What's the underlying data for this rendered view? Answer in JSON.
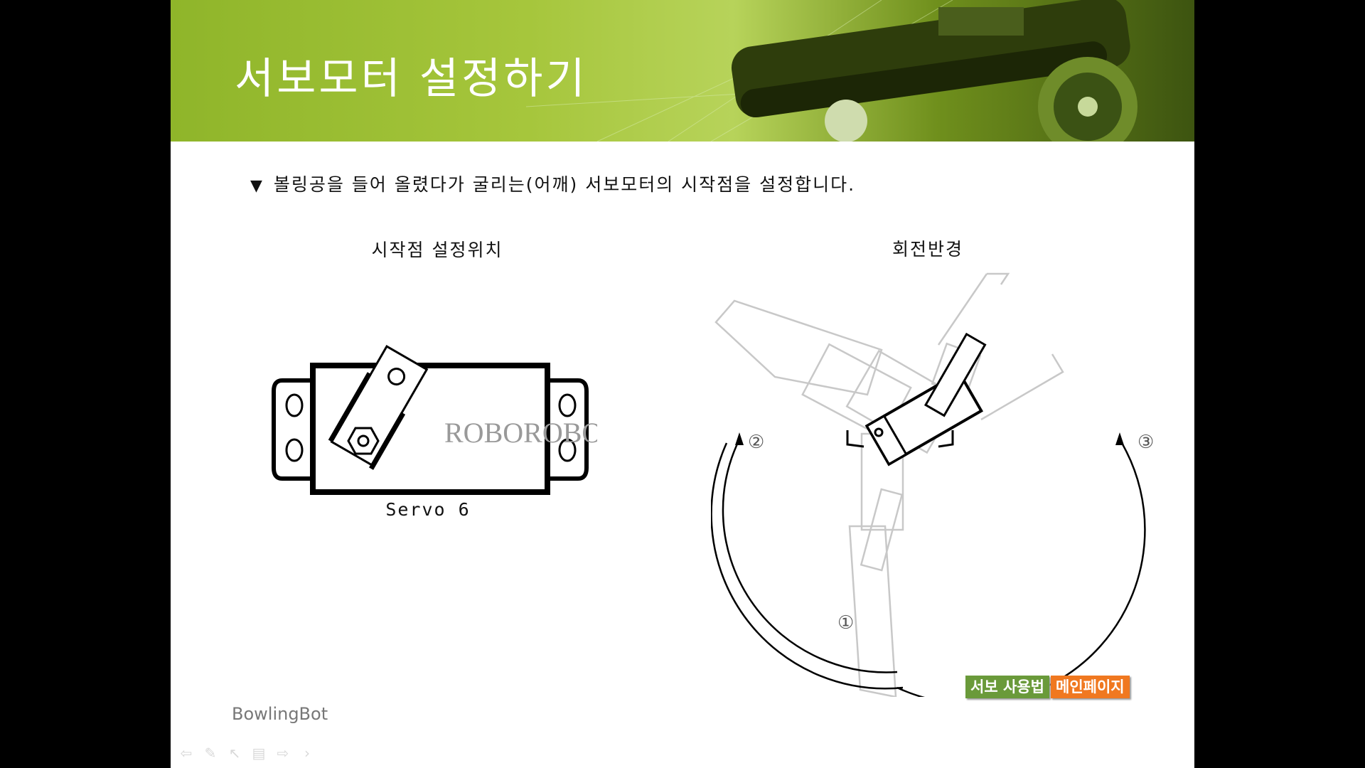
{
  "slide": {
    "title": "서보모터 설정하기",
    "bullet_marker": "▼",
    "bullet_text": "볼링공을 들어 올렸다가 굴리는(어깨) 서보모터의 시작점을 설정합니다.",
    "left_label": "시작점 설정위치",
    "right_label": "회전반경",
    "servo_brand": "ROBOROBO",
    "servo_caption": "Servo 6",
    "positions": [
      "①",
      "②",
      "③"
    ],
    "buttons": {
      "servo_usage": "서보 사용법",
      "main_page": "메인페이지"
    },
    "footer": "BowlingBot"
  },
  "colors": {
    "servo_button": "#6a9a3a",
    "main_button": "#f07820",
    "header_green": "#a6c63c"
  },
  "toolbar": {
    "icons": [
      "arrow-left-icon",
      "pen-icon",
      "pointer-icon",
      "slide-menu-icon",
      "arrow-right-icon",
      "chevron-right-icon"
    ]
  }
}
